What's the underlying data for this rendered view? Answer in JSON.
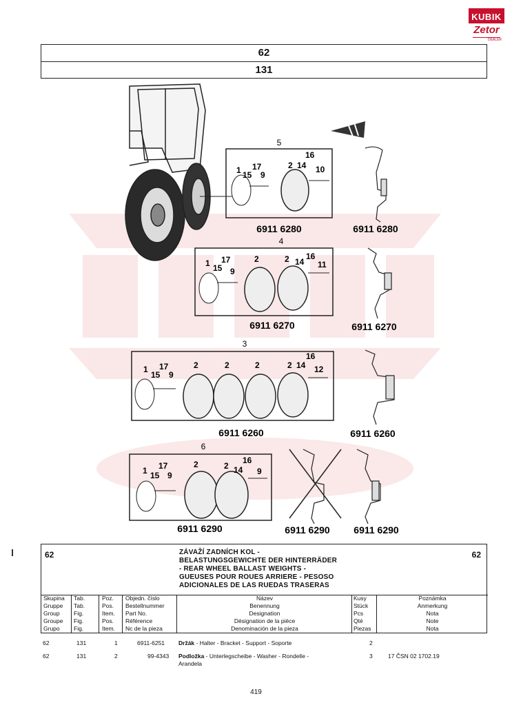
{
  "brand": {
    "top_word": "KUBIK",
    "bottom_word": "Zetor",
    "small_text": "DEALER",
    "red": "#c8102e"
  },
  "header": {
    "group": "62",
    "figure": "131"
  },
  "diagram": {
    "assemblies": [
      {
        "variant": "5",
        "code": "6911 6280",
        "callouts": [
          "1",
          "15",
          "17",
          "9",
          "2",
          "14",
          "16",
          "10"
        ]
      },
      {
        "variant": "4",
        "code": "6911 6270",
        "callouts": [
          "1",
          "15",
          "17",
          "9",
          "2",
          "2",
          "14",
          "16",
          "11"
        ]
      },
      {
        "variant": "3",
        "code": "6911 6260",
        "callouts": [
          "1",
          "15",
          "17",
          "9",
          "2",
          "2",
          "2",
          "2",
          "14",
          "16",
          "12"
        ]
      },
      {
        "variant": "6",
        "code": "6911 6290",
        "callouts": [
          "1",
          "15",
          "17",
          "9",
          "2",
          "2",
          "14",
          "16",
          "9"
        ]
      }
    ],
    "side_views": [
      "6911 6280",
      "6911 6270",
      "6911 6260",
      "6911 6290",
      "6911 6290"
    ]
  },
  "table": {
    "group_left": "62",
    "group_right": "62",
    "title_lines": [
      "ZÁVAŽÍ ZADNÍCH KOL -",
      "BELASTUNGSGEWICHTE DER HINTERRÄDER",
      "- REAR WHEEL BALLAST WEIGHTS -",
      "GUEUSES POUR ROUES ARRIERE - PESOSO",
      "ADICIONALES DE LAS RUEDAS TRASERAS"
    ],
    "columns": {
      "skupina": [
        "Skupina",
        "Gruppe",
        "Group",
        "Groupe",
        "Grupo"
      ],
      "tab": [
        "Tab.",
        "Tab.",
        "Fig.",
        "Fig.",
        "Fig."
      ],
      "poz": [
        "Poz.",
        "Pos.",
        "Item.",
        "Pos.",
        "Item."
      ],
      "objedn": [
        "Objedn. číslo",
        "Bestellnummer",
        "Part No.",
        "Référence",
        "Nc de la pieza"
      ],
      "nazev": [
        "Název",
        "Benennung",
        "Designation",
        "Désignation de la pièce",
        "Denominación de la pieza"
      ],
      "kusy": [
        "Kusy",
        "Stück",
        "Pcs",
        "Qté",
        "Piezas"
      ],
      "poznamka": [
        "Poznámka",
        "Anmerkung",
        "Nota",
        "Note",
        "Nota"
      ]
    },
    "rows": [
      {
        "group": "62",
        "fig": "131",
        "item": "1",
        "part_no": "6911-6251",
        "name_bold": "Držák",
        "name_rest": " - Halter - Bracket - Support - Soporte",
        "name_line2": "",
        "pcs": "2",
        "note": ""
      },
      {
        "group": "62",
        "fig": "131",
        "item": "2",
        "part_no": "99-4343",
        "name_bold": "Podložka",
        "name_rest": " - Unterlegscheibe - Washer - Rondelle -",
        "name_line2": "Arandela",
        "pcs": "3",
        "note": "17 ČSN 02 1702.19"
      }
    ]
  },
  "page_number": "419"
}
